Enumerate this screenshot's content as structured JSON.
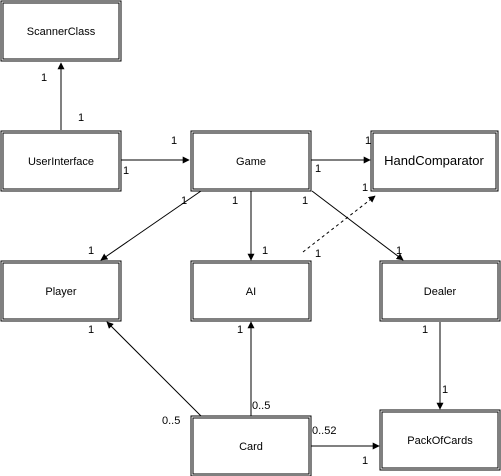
{
  "classes": {
    "scanner": "ScannerClass",
    "ui": "UserInterface",
    "game": "Game",
    "hand": "HandComparator",
    "player": "Player",
    "ai": "AI",
    "dealer": "Dealer",
    "card": "Card",
    "pack": "PackOfCards"
  },
  "multiplicities": {
    "ui_scanner_src": "1",
    "ui_scanner_dst": "1",
    "ui_game_src": "1",
    "ui_game_dst": "1",
    "game_hand_src": "1",
    "game_hand_dst": "1",
    "game_player_src": "1",
    "game_player_dst": "1",
    "game_ai_src": "1",
    "game_ai_dst": "1",
    "game_dealer_src": "1",
    "game_dealer_dst": "1",
    "ai_hand_src": "1",
    "ai_hand_dst": "1",
    "card_player_src": "0..5",
    "card_player_dst": "1",
    "card_ai_src": "0..5",
    "card_ai_dst": "1",
    "card_pack_src": "0..52",
    "card_pack_dst": "1",
    "dealer_pack_src": "1",
    "dealer_pack_dst": "1"
  }
}
